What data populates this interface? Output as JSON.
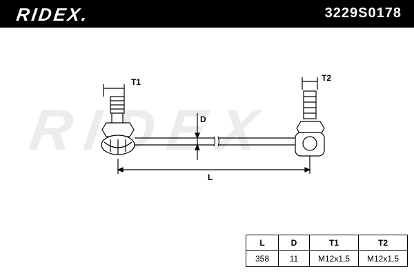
{
  "header": {
    "brand": "RIDEX.",
    "part_number": "3229S0178"
  },
  "watermark": "RIDEX",
  "dimensions": {
    "T1": "T1",
    "T2": "T2",
    "D": "D",
    "L": "L"
  },
  "spec_table": {
    "headers": [
      "L",
      "D",
      "T1",
      "T2"
    ],
    "values": [
      "358",
      "11",
      "M12x1,5",
      "M12x1,5"
    ]
  },
  "colors": {
    "header_bg": "#000000",
    "line": "#000000",
    "watermark": "#ececec"
  }
}
